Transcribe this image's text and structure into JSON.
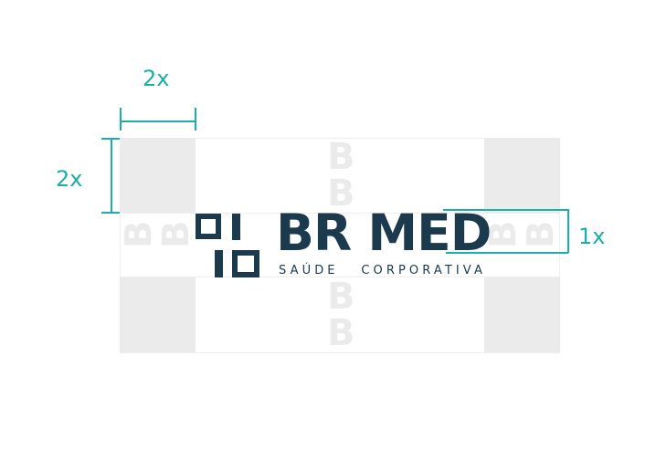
{
  "brand": {
    "name": "BR MED",
    "tagline": "SAÚDE   CORPORATIVA",
    "color": "#1b3a4e"
  },
  "measures": {
    "top_label": "2x",
    "left_label": "2x",
    "right_label": "1x",
    "color": "#1aafa8"
  },
  "ghost_letter": "B"
}
